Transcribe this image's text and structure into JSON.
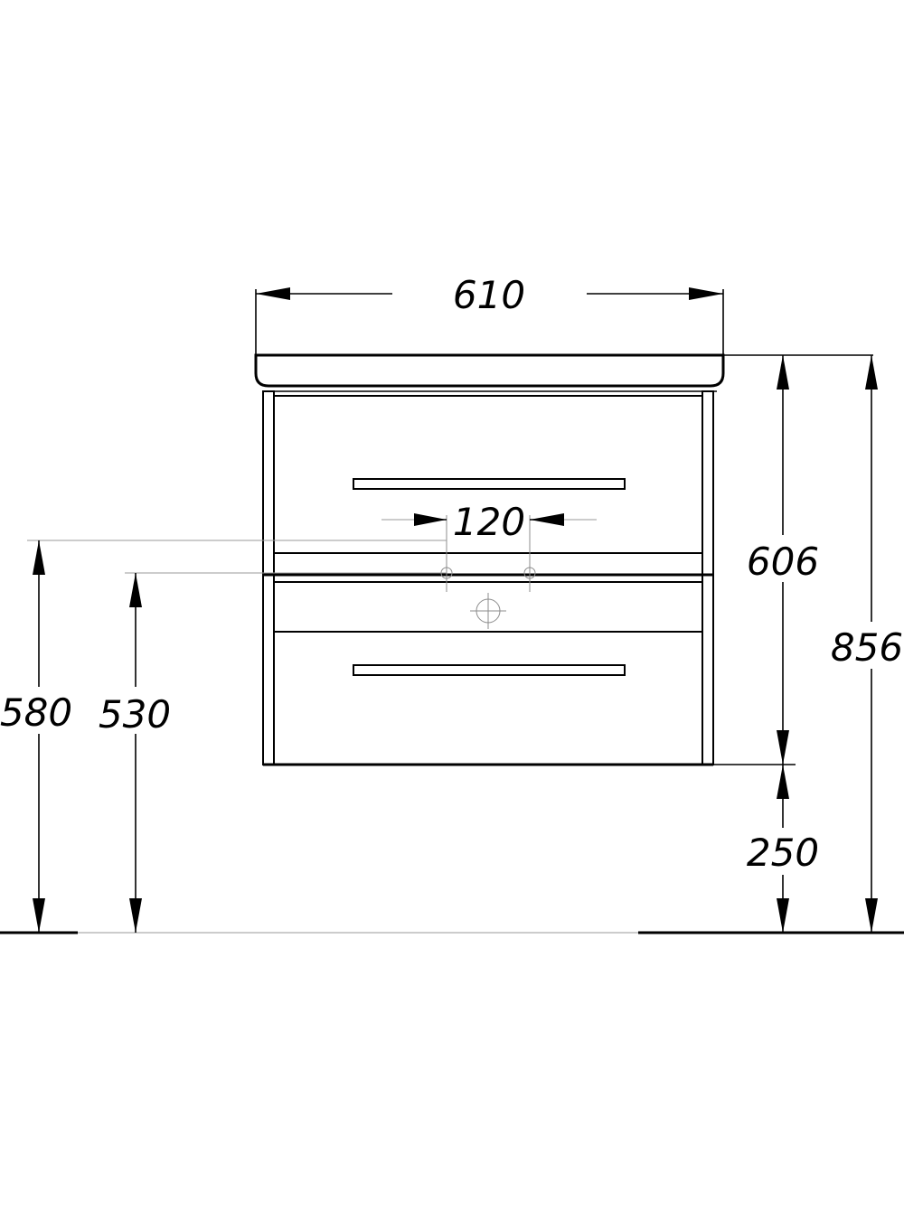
{
  "dimensions": {
    "width_total": "610",
    "tap_spacing": "120",
    "cabinet_height": "606",
    "total_height": "856",
    "hole_height_a": "580",
    "hole_height_b": "530",
    "floor_clearance": "250"
  },
  "colors": {
    "line": "#000000",
    "extension": "#9a9a9a",
    "background": "#ffffff"
  }
}
